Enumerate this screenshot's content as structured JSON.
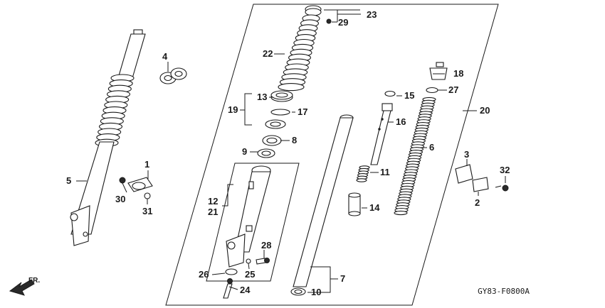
{
  "diagram": {
    "callouts": {
      "c1": "1",
      "c2": "2",
      "c3": "3",
      "c4": "4",
      "c5": "5",
      "c6": "6",
      "c7": "7",
      "c8": "8",
      "c9": "9",
      "c10": "10",
      "c11": "11",
      "c12": "12",
      "c13": "13",
      "c14": "14",
      "c15": "15",
      "c16": "16",
      "c17": "17",
      "c18": "18",
      "c19": "19",
      "c20": "20",
      "c21": "21",
      "c22": "22",
      "c23": "23",
      "c24": "24",
      "c25": "25",
      "c26": "26",
      "c27": "27",
      "c28": "28",
      "c29": "29",
      "c30": "30",
      "c31": "31",
      "c32": "32"
    },
    "drawing_code": "GY83-F0800A",
    "direction_label": "FR.",
    "icons": {
      "direction": "front-direction-arrow-icon"
    }
  }
}
